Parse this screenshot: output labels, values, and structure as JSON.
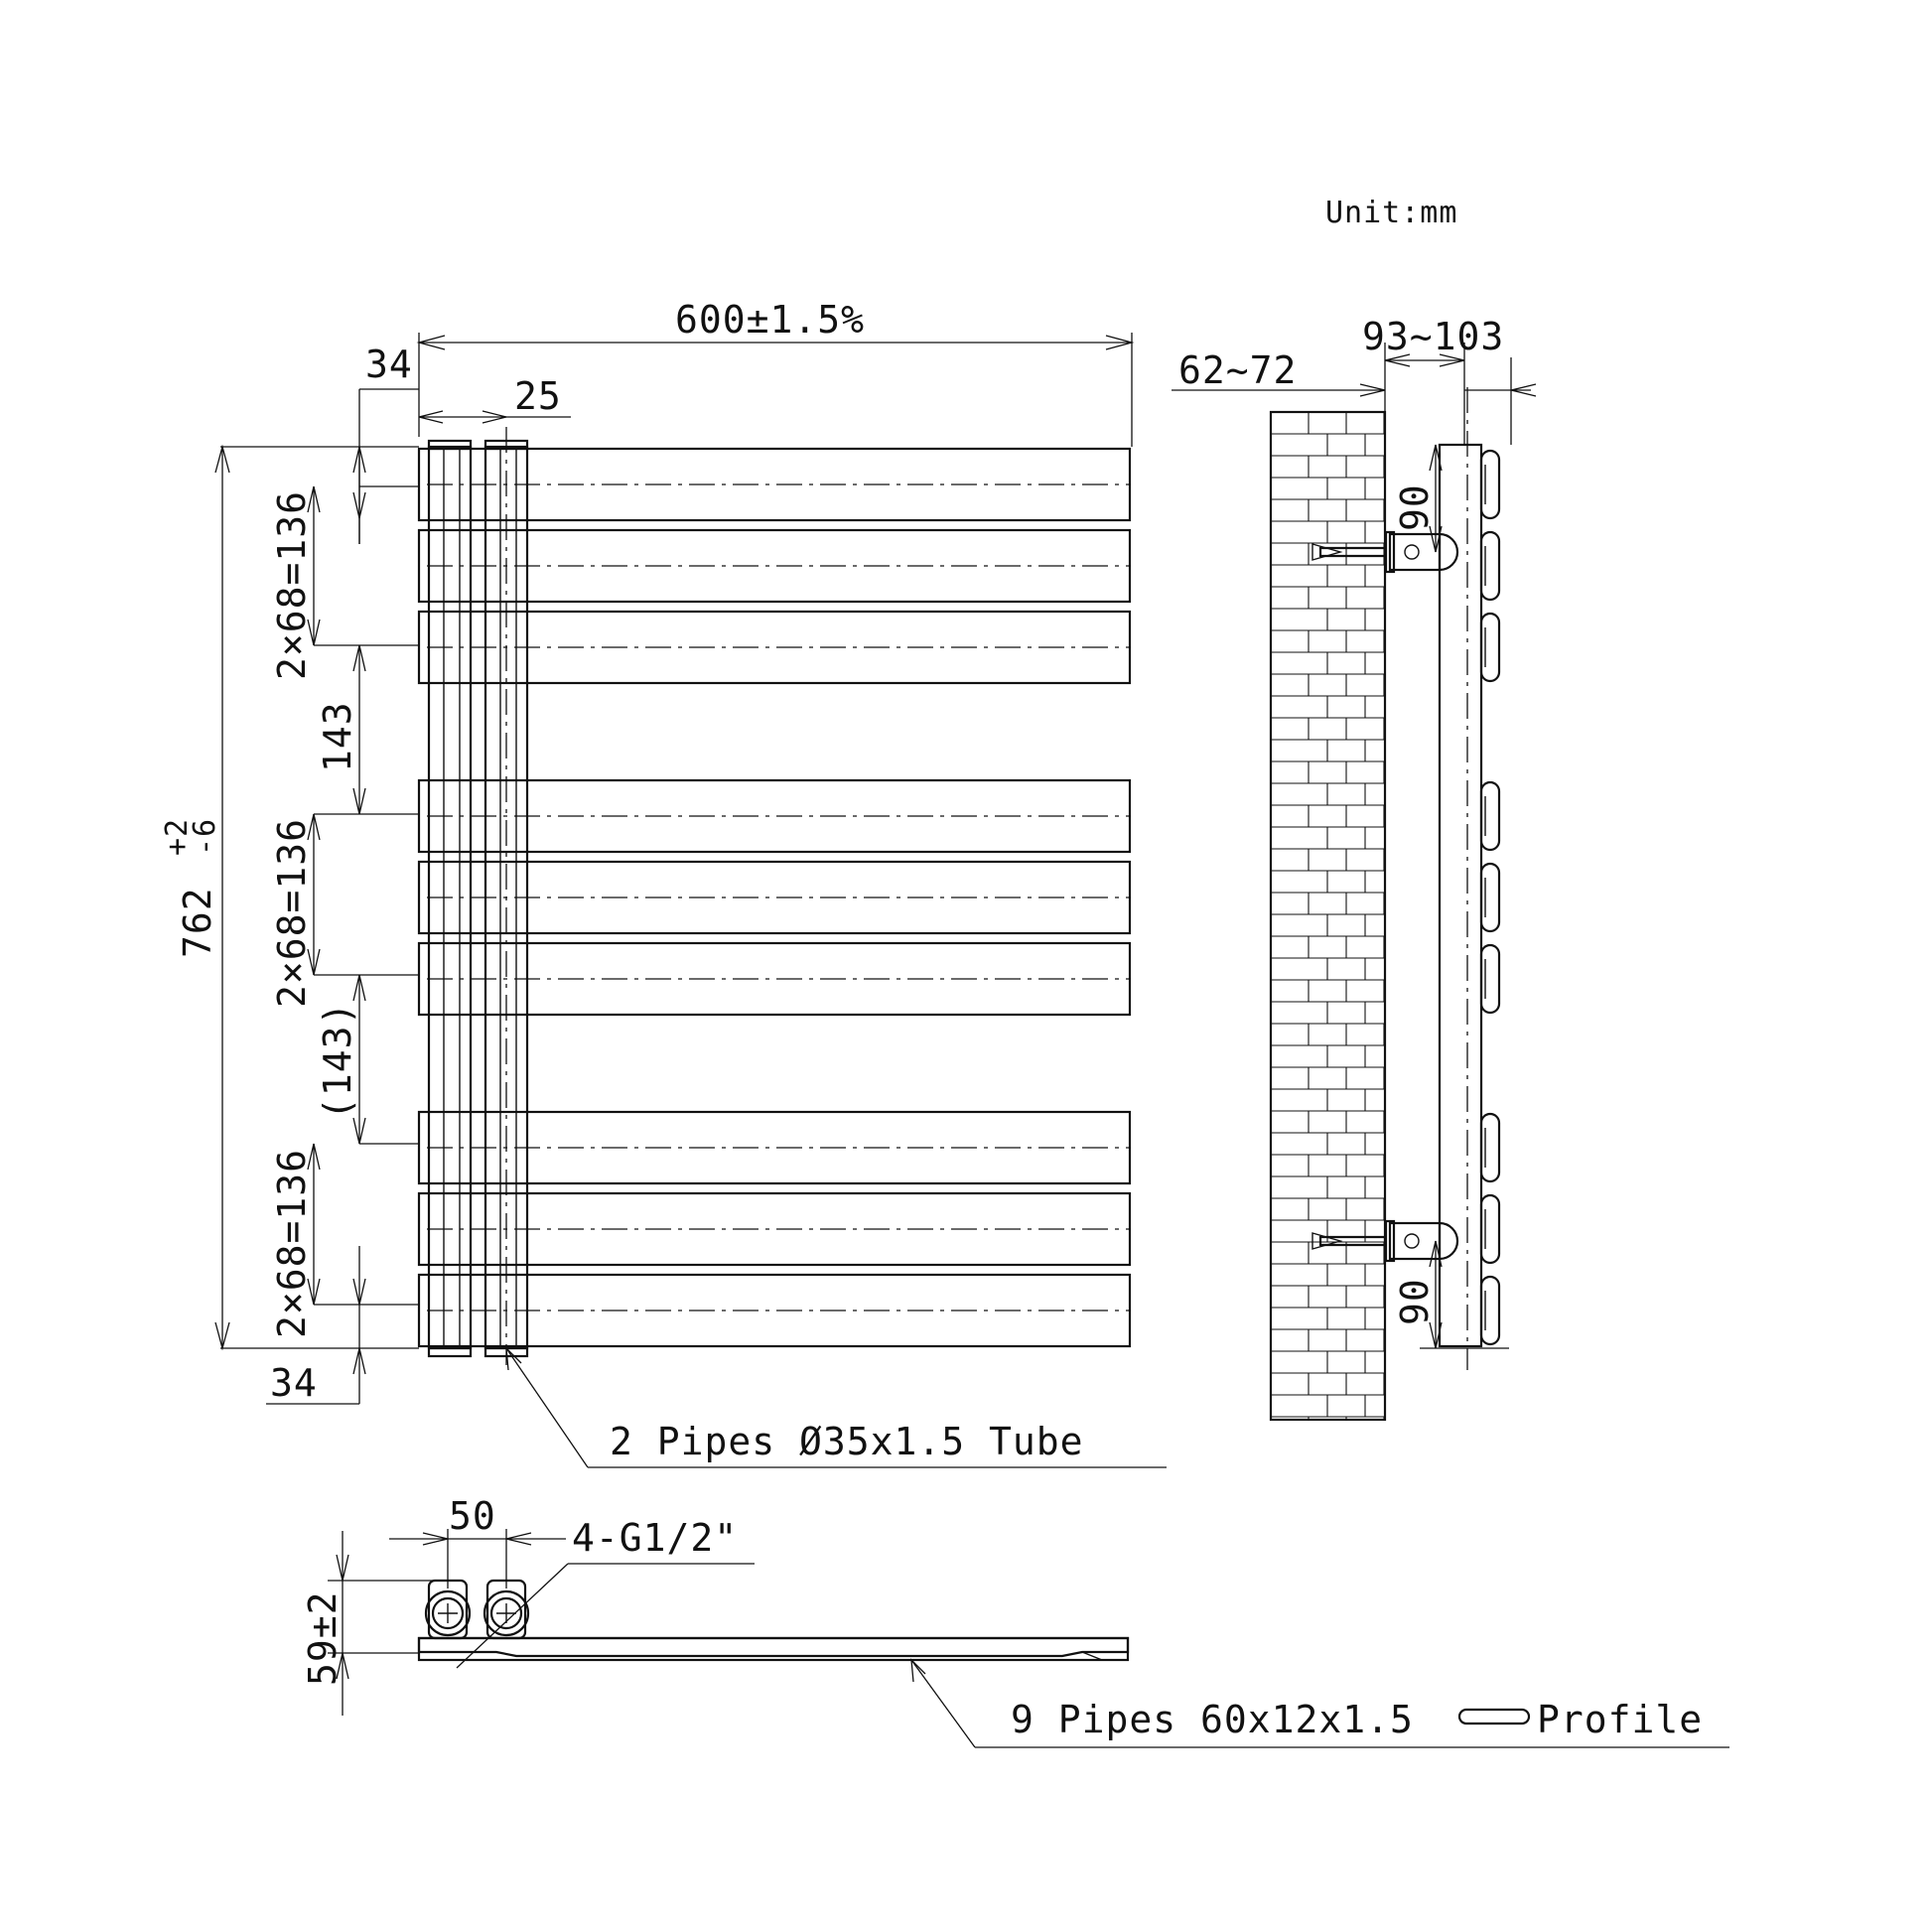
{
  "unit_label": "Unit:mm",
  "dims": {
    "overall_width": "600±1.5%",
    "edge_offset": "34",
    "pipe_offset": "25",
    "overall_height_main": "762",
    "overall_height_tol_plus": "+2",
    "overall_height_tol_minus": "-6",
    "group1_spacing": "2×68=136",
    "group2_spacing": "2×68=136",
    "group3_spacing": "2×68=136",
    "gap1": "143",
    "gap2": "(143)",
    "bottom_offset": "34",
    "wall_distance": "62~72",
    "depth": "93~103",
    "bracket_top": "90",
    "bracket_bottom": "90",
    "inlet_spacing": "50",
    "inlet_height": "59±2"
  },
  "labels": {
    "vertical_pipes": "2 Pipes Ø35x1.5 Tube",
    "connections": "4-G1/2\"",
    "horizontal_pipes_a": "9 Pipes 60x12x1.5",
    "horizontal_pipes_b": "Profile"
  }
}
